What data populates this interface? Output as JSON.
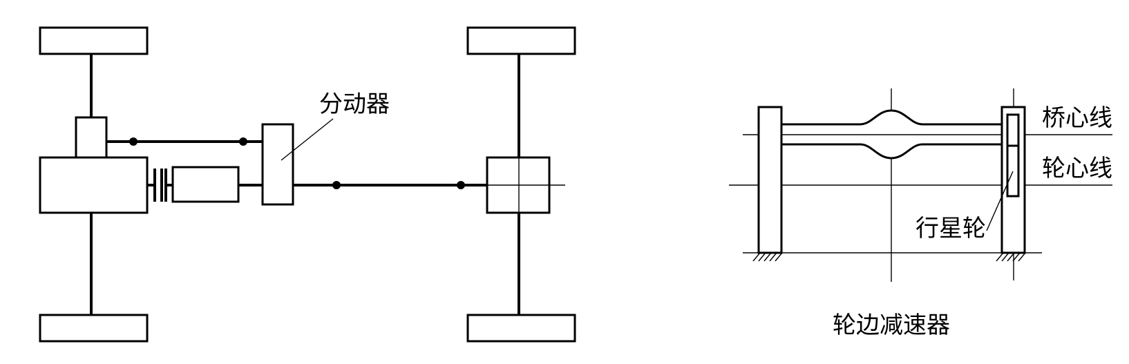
{
  "labels": {
    "transfer_case": "分动器",
    "bridge_centerline": "桥心线",
    "wheel_centerline": "轮心线",
    "planet_gear": "行星轮",
    "hub_reducer": "轮边减速器"
  }
}
